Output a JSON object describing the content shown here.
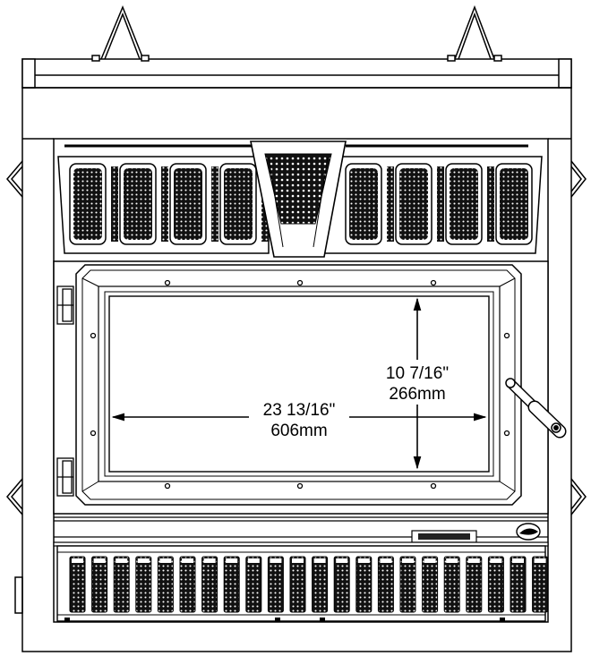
{
  "drawing": {
    "subject": "fireplace-insert-front-view",
    "colors": {
      "line": "#000000",
      "paper": "#ffffff",
      "grille": "#1a1a1a"
    }
  },
  "dimensions": {
    "width": {
      "imperial": "23 13/16\"",
      "metric": "606mm"
    },
    "height": {
      "imperial": "10 7/16\"",
      "metric": "266mm"
    }
  }
}
